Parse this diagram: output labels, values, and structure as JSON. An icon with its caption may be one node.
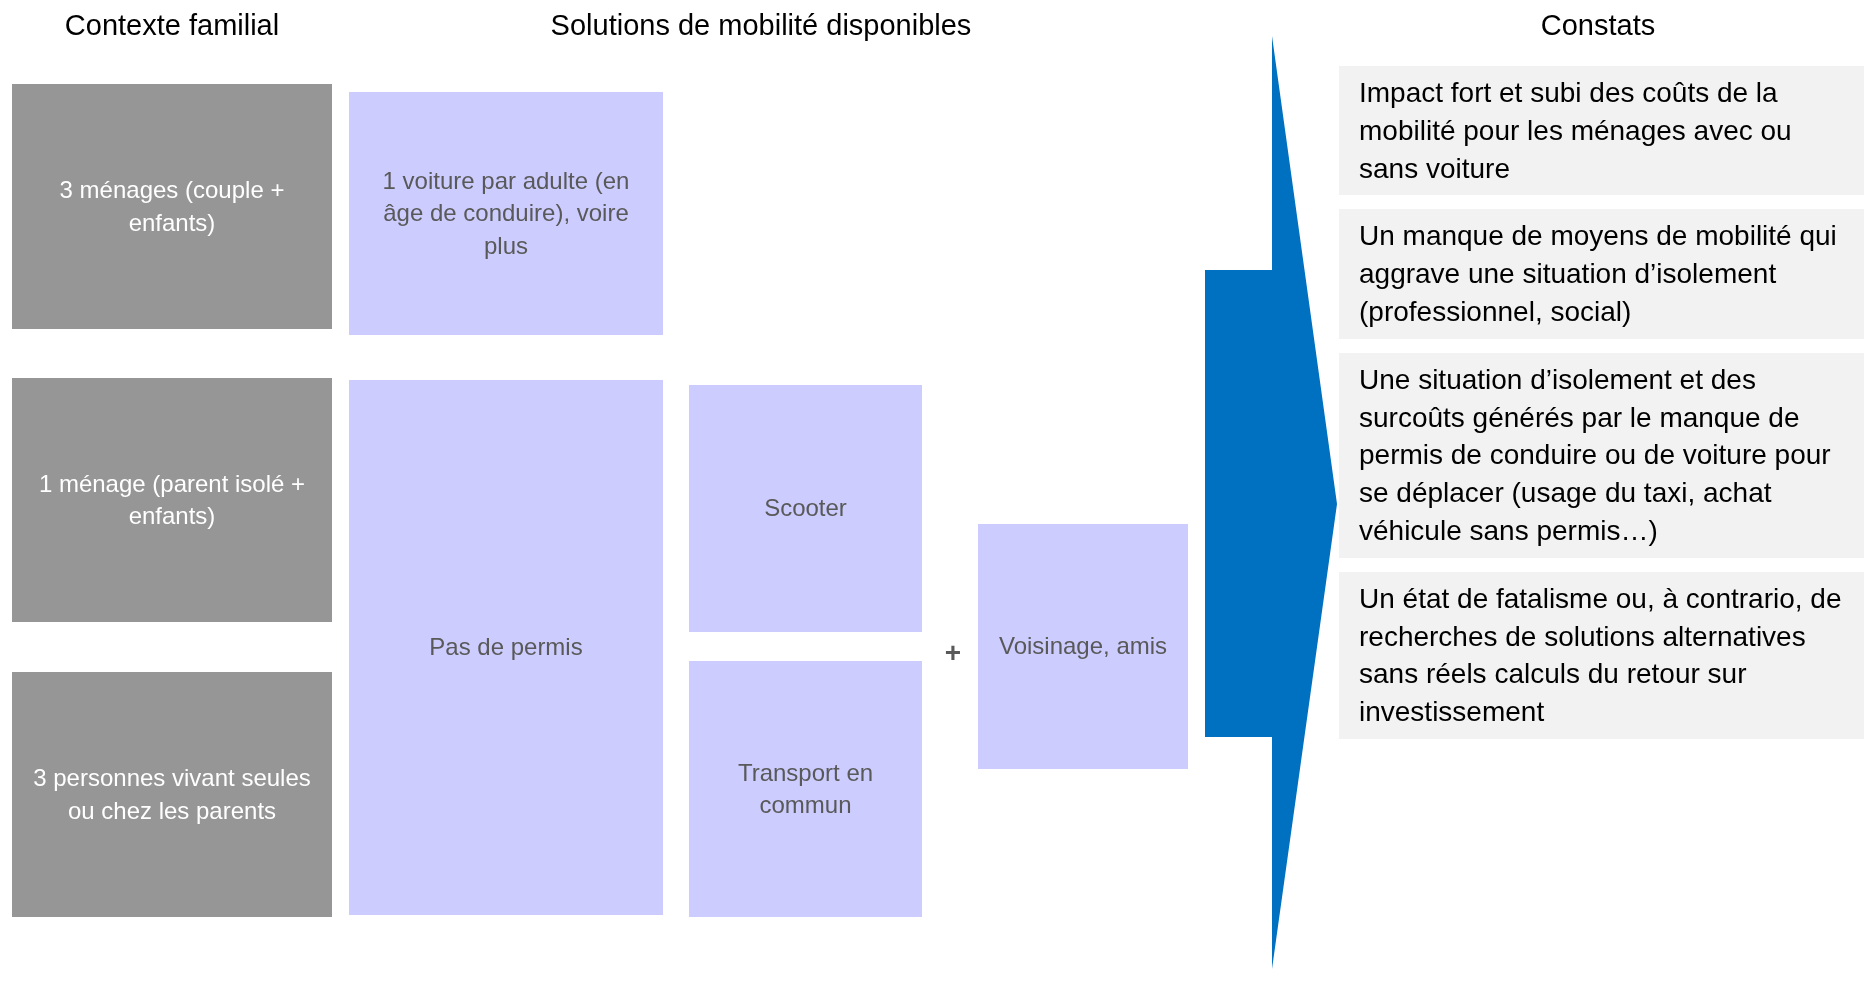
{
  "diagram": {
    "nodes": [
      {
        "text": [
          "3 ménages (couple + enfants)"
        ]
      },
      {
        "text": [
          "1 ménage (parent isolé + enfants)"
        ]
      },
      {
        "text": [
          "3 personnes vivant seules ou chez les parents"
        ]
      },
      {
        "text": [
          "1 voiture par adulte (en âge de conduire), voire plus"
        ]
      },
      {
        "text": [
          "Pas de permis"
        ]
      },
      {
        "text": [
          "Scooter"
        ]
      },
      {
        "text": [
          "Transport en commun"
        ]
      },
      {
        "text": [
          "Voisinage, amis"
        ]
      },
      {
        "text": [
          "Impact fort et subi des coûts de la mobilité pour les ménages avec ou sans voiture"
        ]
      },
      {
        "text": [
          "Un manque de moyens de mobilité qui aggrave une situation d’isolement (professionnel, social)"
        ]
      },
      {
        "text": [
          "Une situation d’isolement et des surcoûts générés par le manque de permis de conduire ou de voiture pour se déplacer (usage du taxi, achat véhicule sans permis…)"
        ]
      },
      {
        "text": [
          "Un état de fatalisme ou, à contrario, de recherches de solutions alternatives sans réels calculs du retour sur investissement"
        ]
      }
    ],
    "edges": [
      {
        "from": 7,
        "to": 10,
        "arrow": "to"
      }
    ],
    "labels": [
      "Contexte familial",
      "Solutions de mobilité disponibles",
      "Constats",
      "+"
    ]
  }
}
